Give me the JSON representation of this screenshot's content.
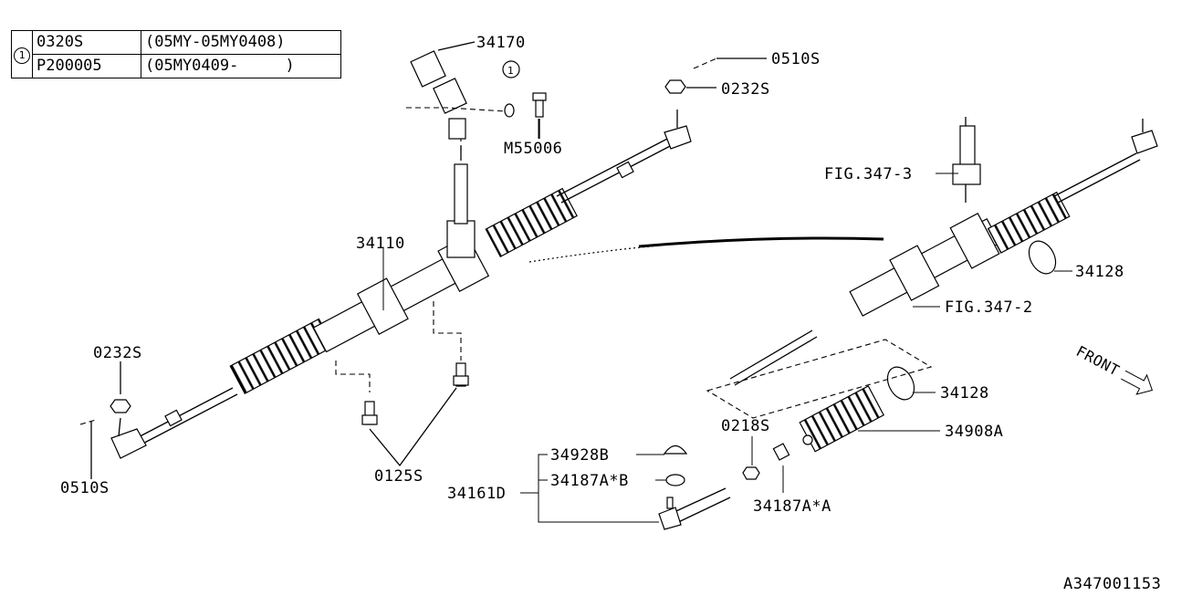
{
  "legend": {
    "marker": "1",
    "rows": [
      {
        "part": "0320S",
        "range": "(05MY-05MY0408)"
      },
      {
        "part": "P200005",
        "range": "(05MY0409-     )"
      }
    ]
  },
  "labels": {
    "p34170": "34170",
    "p0510s_top": "0510S",
    "p0232s_top": "0232S",
    "p_marker": "1",
    "pM55006": "M55006",
    "p34110": "34110",
    "p0232s_left": "0232S",
    "p0510s_left": "0510S",
    "p0125s": "0125S",
    "pFIG3473": "FIG.347-3",
    "p34128_upper": "34128",
    "pFIG3472": "FIG.347-2",
    "pFRONT": "FRONT",
    "p34128_lower": "34128",
    "p0218s": "0218S",
    "p34908a": "34908A",
    "p34928b": "34928B",
    "p34187ab": "34187A*B",
    "p34161d": "34161D",
    "p34187aa": "34187A*A",
    "code": "A347001153"
  }
}
